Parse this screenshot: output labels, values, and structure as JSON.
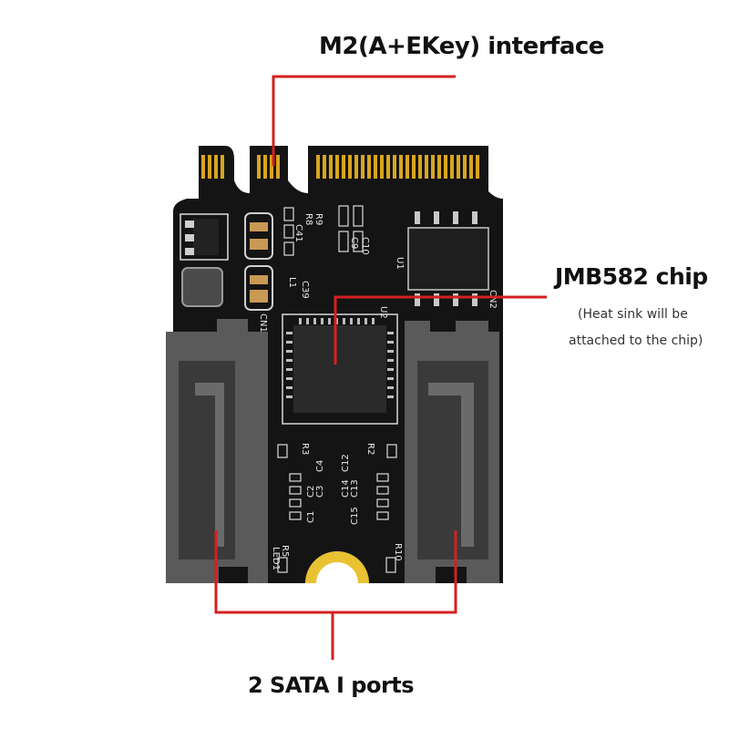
{
  "labels": {
    "interface": "M2(A+EKey) interface",
    "chip": "JMB582 chip",
    "chip_note_line1": "(Heat sink will be",
    "chip_note_line2": "attached to the chip)",
    "ports": "2 SATA I ports"
  },
  "silkscreen": {
    "r9": "R9",
    "r8": "R8",
    "c41": "C41",
    "c10": "C10",
    "c9": "C9",
    "l1": "L1",
    "c39": "C39",
    "u1": "U1",
    "u2": "U2",
    "cn1": "CN1",
    "cn2": "CN2",
    "r3": "R3",
    "r2": "R2",
    "c4": "C4",
    "c3": "C3",
    "c2": "C2",
    "c1": "C1",
    "c12": "C12",
    "c13": "C13",
    "c14": "C14",
    "c15": "C15",
    "r5": "R5",
    "r10": "R10",
    "led1": "LED1"
  },
  "colors": {
    "annotation_line": "#d42020",
    "pcb": "#141414",
    "sata_port": "#555555",
    "gold": "#d9a520"
  }
}
